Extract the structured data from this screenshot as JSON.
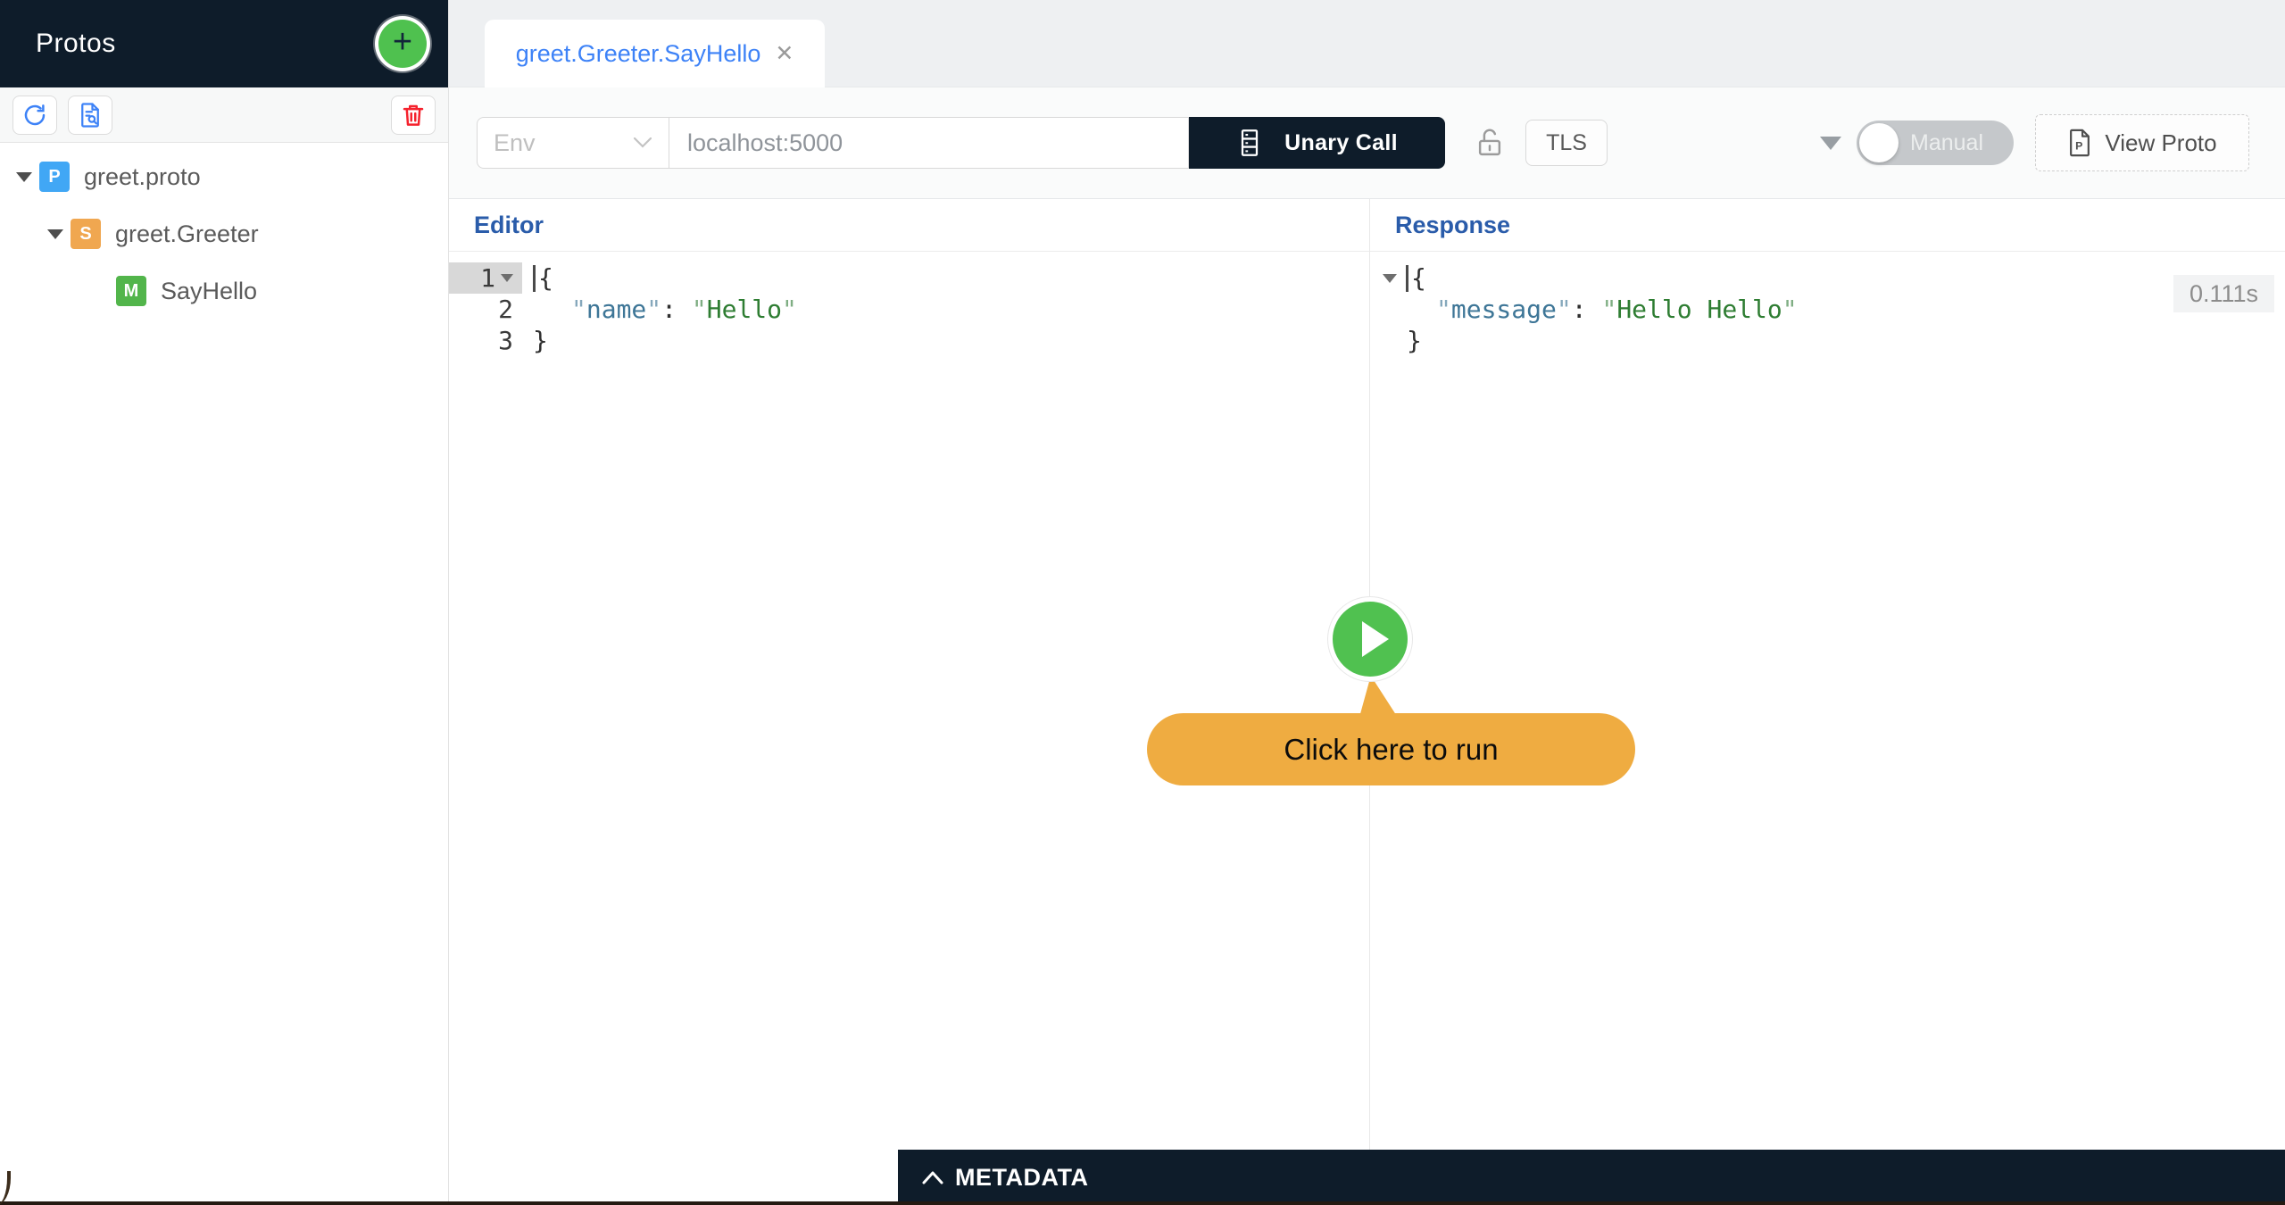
{
  "sidebar": {
    "title": "Protos",
    "add_label": "+",
    "icons": [
      "plus-icon",
      "reload-icon",
      "file-search-icon",
      "delete-icon"
    ],
    "tree": [
      {
        "badge": "P",
        "label": "greet.proto"
      },
      {
        "badge": "S",
        "label": "greet.Greeter"
      },
      {
        "badge": "M",
        "label": "SayHello"
      }
    ]
  },
  "tabbar": {
    "active_tab": "greet.Greeter.SayHello",
    "close": "✕"
  },
  "toolbar": {
    "env_placeholder": "Env",
    "address": "localhost:5000",
    "call_type": "Unary Call",
    "tls": "TLS",
    "mode_toggle": "Manual",
    "view_proto": "View Proto",
    "icons": [
      "database-icon",
      "unlock-icon",
      "caret-down-icon",
      "file-proto-icon"
    ]
  },
  "editor": {
    "title": "Editor",
    "line_numbers": [
      "1",
      "2",
      "3"
    ],
    "code": {
      "open": "{",
      "quote": "\"",
      "key": "name",
      "colon": ": ",
      "value": "Hello",
      "close": "}"
    }
  },
  "response": {
    "title": "Response",
    "duration": "0.111s",
    "code": {
      "open": "{",
      "quote": "\"",
      "key": "message",
      "colon": ": ",
      "value": "Hello Hello",
      "close": "}"
    }
  },
  "runner": {
    "tooltip": "Click here to run",
    "icon": "play-icon"
  },
  "metadata_bar": {
    "label": "METADATA",
    "icon": "chevron-up-icon"
  },
  "colors": {
    "dark_navy": "#0e1c2a",
    "accent_blue": "#3d82f7",
    "panel_title_blue": "#2a5caa",
    "play_green": "#50c150",
    "plus_green": "#4fc14f",
    "tooltip_orange": "#efac41",
    "delete_red": "#f5222d",
    "badge_proto_blue": "#41a7f5",
    "badge_service_orange": "#f0a750",
    "badge_method_green": "#52b54b",
    "json_key": "#3e7697",
    "json_string": "#2e7d32"
  }
}
